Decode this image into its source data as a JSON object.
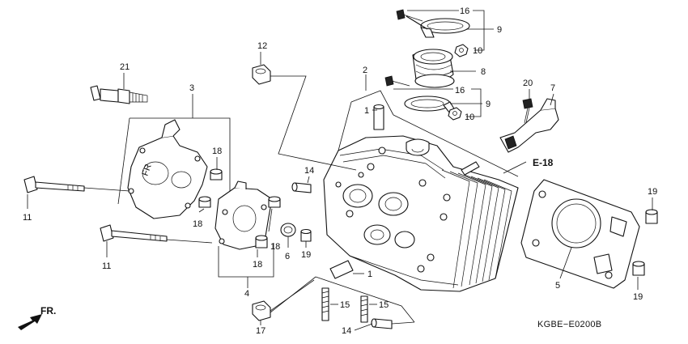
{
  "diagram_code": "KGBE−E0200B",
  "ref_label": "E-18",
  "front_label": "FR.",
  "callouts": {
    "c1a": "1",
    "c1b": "1",
    "c2": "2",
    "c3": "3",
    "c4": "4",
    "c5": "5",
    "c6": "6",
    "c7": "7",
    "c8": "8",
    "c9a": "9",
    "c9b": "9",
    "c10a": "10",
    "c10b": "10",
    "c11a": "11",
    "c11b": "11",
    "c12": "12",
    "c14a": "14",
    "c14b": "14",
    "c15a": "15",
    "c15b": "15",
    "c16a": "16",
    "c16b": "16",
    "c17": "17",
    "c18a": "18",
    "c18b": "18",
    "c18c": "18",
    "c18d": "18",
    "c19a": "19",
    "c19b": "19",
    "c19c": "19",
    "c20": "20",
    "c21": "21"
  }
}
